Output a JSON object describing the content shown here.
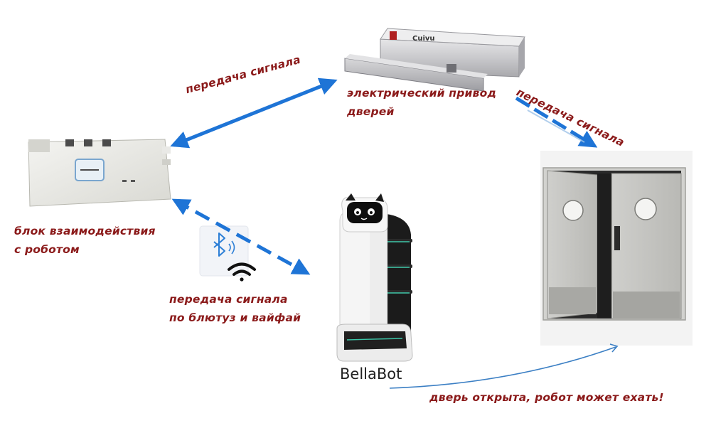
{
  "labels": {
    "signal_top_left": "передача сигнала",
    "signal_top_right": "передача сигнала",
    "door_operator": [
      "электрический привод",
      "дверей"
    ],
    "interaction_unit": [
      "блок взаимодействия",
      "с роботом"
    ],
    "wireless_signal": [
      "передача сигнала",
      "по блютуз и вайфай"
    ],
    "door_open": "дверь открыта, робот может ехать!",
    "robot_name": "BellaBot",
    "device_brand": "Cuivu"
  },
  "colors": {
    "label": "#8b1a1a",
    "arrow": "#1e74d6",
    "arrow_light": "#9ec3e8"
  },
  "icons": [
    "bluetooth-icon",
    "wifi-icon"
  ]
}
